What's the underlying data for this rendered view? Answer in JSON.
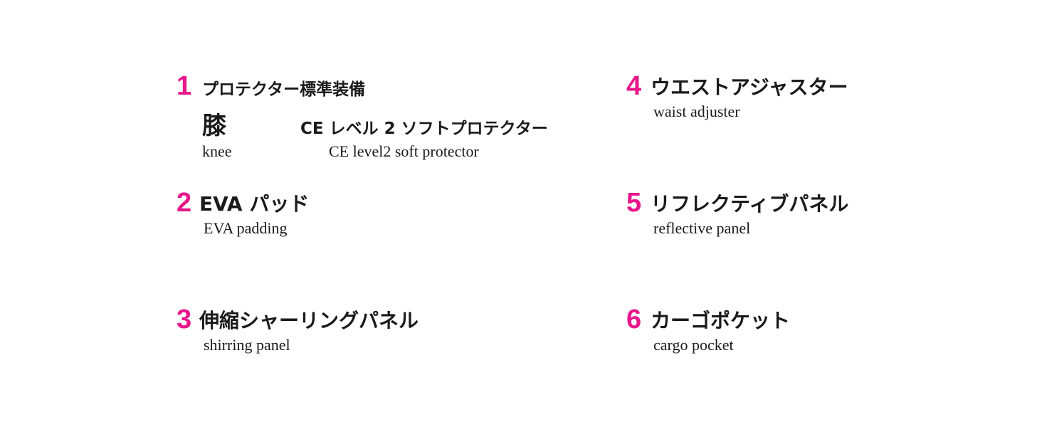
{
  "accent_color": "#e8168a",
  "items": [
    {
      "number": "1",
      "title_jp": "プロテクター標準装備",
      "sub": {
        "part_jp": "膝",
        "part_en": "knee",
        "spec_jp": "CE レベル 2 ソフトプロテクター",
        "spec_en": "CE level2 soft protector"
      }
    },
    {
      "number": "2",
      "title_jp": "EVA パッド",
      "title_en": "EVA padding"
    },
    {
      "number": "3",
      "title_jp": "伸縮シャーリングパネル",
      "title_en": "shirring panel"
    },
    {
      "number": "4",
      "title_jp": "ウエストアジャスター",
      "title_en": "waist adjuster"
    },
    {
      "number": "5",
      "title_jp": "リフレクティブパネル",
      "title_en": "reflective panel"
    },
    {
      "number": "6",
      "title_jp": "カーゴポケット",
      "title_en": "cargo pocket"
    }
  ]
}
